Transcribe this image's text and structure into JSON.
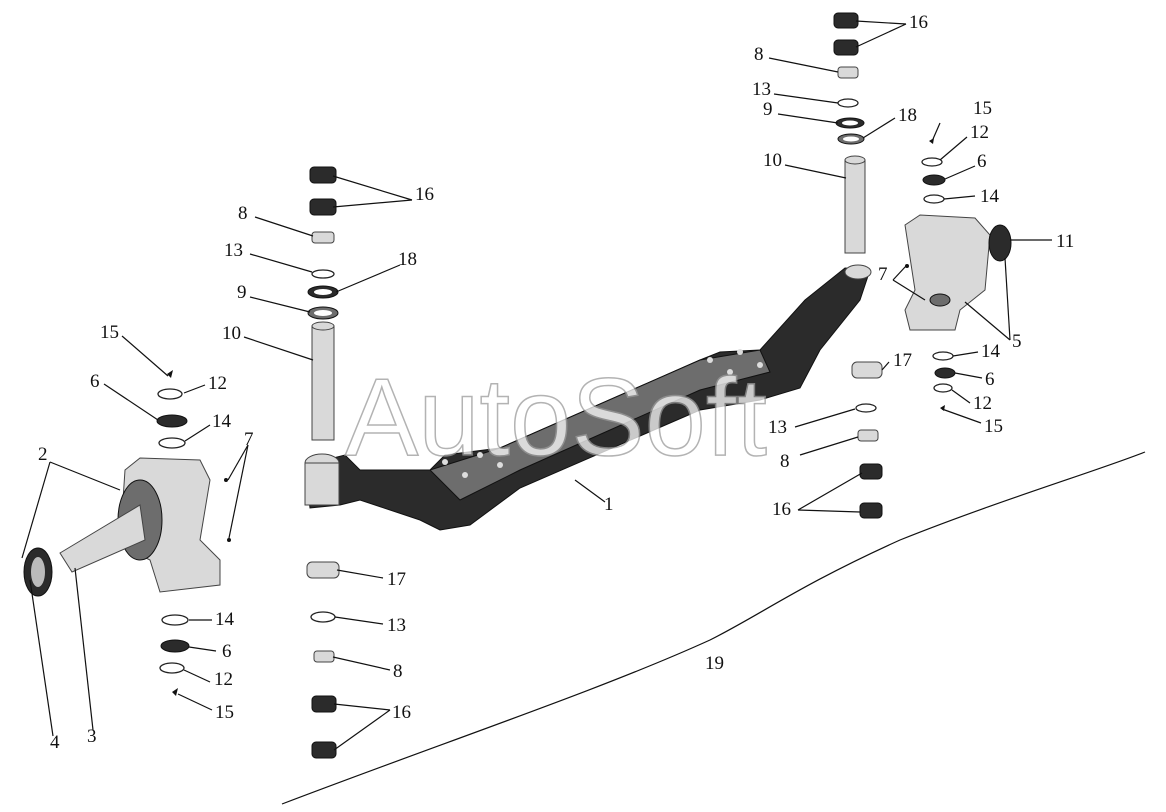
{
  "watermark": "AutoSoft",
  "labels": {
    "l1": "1",
    "l2": "2",
    "l3": "3",
    "l4": "4",
    "l5": "5",
    "l6a": "6",
    "l6b": "6",
    "l6c": "6",
    "l6d": "6",
    "l7a": "7",
    "l7b": "7",
    "l8a": "8",
    "l8b": "8",
    "l8c": "8",
    "l8d": "8",
    "l9a": "9",
    "l9b": "9",
    "l10a": "10",
    "l10b": "10",
    "l11": "11",
    "l12a": "12",
    "l12b": "12",
    "l12c": "12",
    "l12d": "12",
    "l13a": "13",
    "l13b": "13",
    "l13c": "13",
    "l13d": "13",
    "l14a": "14",
    "l14b": "14",
    "l14c": "14",
    "l14d": "14",
    "l15a": "15",
    "l15b": "15",
    "l15c": "15",
    "l15d": "15",
    "l16a": "16",
    "l16b": "16",
    "l16c": "16",
    "l16d": "16",
    "l17a": "17",
    "l17b": "17",
    "l18a": "18",
    "l18b": "18",
    "l19": "19"
  }
}
